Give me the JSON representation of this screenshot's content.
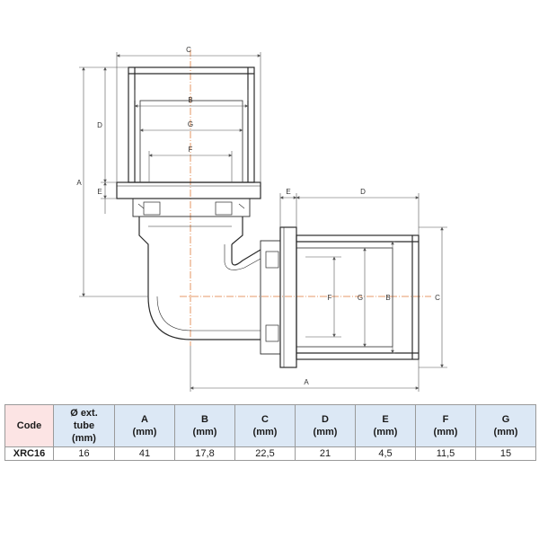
{
  "drawing": {
    "labels": {
      "top_c": "C",
      "top_b": "B",
      "top_g": "G",
      "top_f": "F",
      "left_d": "D",
      "left_a": "A",
      "left_e": "E",
      "right_e": "E",
      "right_d": "D",
      "right_f": "F",
      "right_g": "G",
      "right_b": "B",
      "right_c": "C",
      "bottom_a": "A"
    },
    "colors": {
      "line": "#2b2b2b",
      "dim": "#555555",
      "center": "#e07a3a"
    }
  },
  "table": {
    "headers": [
      {
        "lines": [
          "Code"
        ]
      },
      {
        "lines": [
          "Ø ext.",
          "tube",
          "(mm)"
        ]
      },
      {
        "lines": [
          "A",
          "(mm)"
        ]
      },
      {
        "lines": [
          "B",
          "(mm)"
        ]
      },
      {
        "lines": [
          "C",
          "(mm)"
        ]
      },
      {
        "lines": [
          "D",
          "(mm)"
        ]
      },
      {
        "lines": [
          "E",
          "(mm)"
        ]
      },
      {
        "lines": [
          "F",
          "(mm)"
        ]
      },
      {
        "lines": [
          "G",
          "(mm)"
        ]
      }
    ],
    "rows": [
      [
        "XRC16",
        "16",
        "41",
        "17,8",
        "22,5",
        "21",
        "4,5",
        "11,5",
        "15"
      ]
    ],
    "colors": {
      "code_header_bg": "#fce4e4",
      "dim_header_bg": "#dce8f5",
      "border": "#9a9a9a"
    }
  }
}
